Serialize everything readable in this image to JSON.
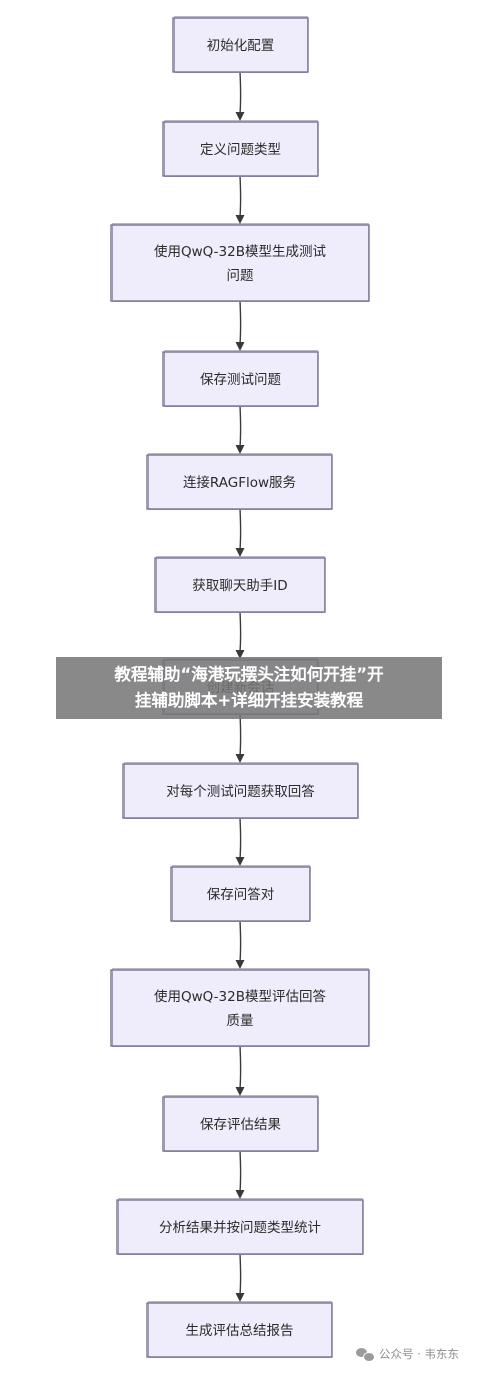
{
  "flowchart": {
    "nodes": [
      {
        "id": "n1",
        "lines": [
          "初始化配置"
        ]
      },
      {
        "id": "n2",
        "lines": [
          "定义问题类型"
        ]
      },
      {
        "id": "n3",
        "lines": [
          "使用QwQ-32B模型生成测试",
          "问题"
        ]
      },
      {
        "id": "n4",
        "lines": [
          "保存测试问题"
        ]
      },
      {
        "id": "n5",
        "lines": [
          "连接RAGFlow服务"
        ]
      },
      {
        "id": "n6",
        "lines": [
          "获取聊天助手ID"
        ]
      },
      {
        "id": "n7",
        "lines": [
          "创建新会话"
        ]
      },
      {
        "id": "n8",
        "lines": [
          "对每个测试问题获取回答"
        ]
      },
      {
        "id": "n9",
        "lines": [
          "保存问答对"
        ]
      },
      {
        "id": "n10",
        "lines": [
          "使用QwQ-32B模型评估回答",
          "质量"
        ]
      },
      {
        "id": "n11",
        "lines": [
          "保存评估结果"
        ]
      },
      {
        "id": "n12",
        "lines": [
          "分析结果并按问题类型统计"
        ]
      },
      {
        "id": "n13",
        "lines": [
          "生成评估总结报告"
        ]
      }
    ]
  },
  "banner": {
    "line1": "教程辅助“海港玩摆头注如何开挂”开",
    "line2": "挂辅助脚本+详细开挂安装教程"
  },
  "watermark": {
    "text": "公众号 · 韦东东"
  }
}
